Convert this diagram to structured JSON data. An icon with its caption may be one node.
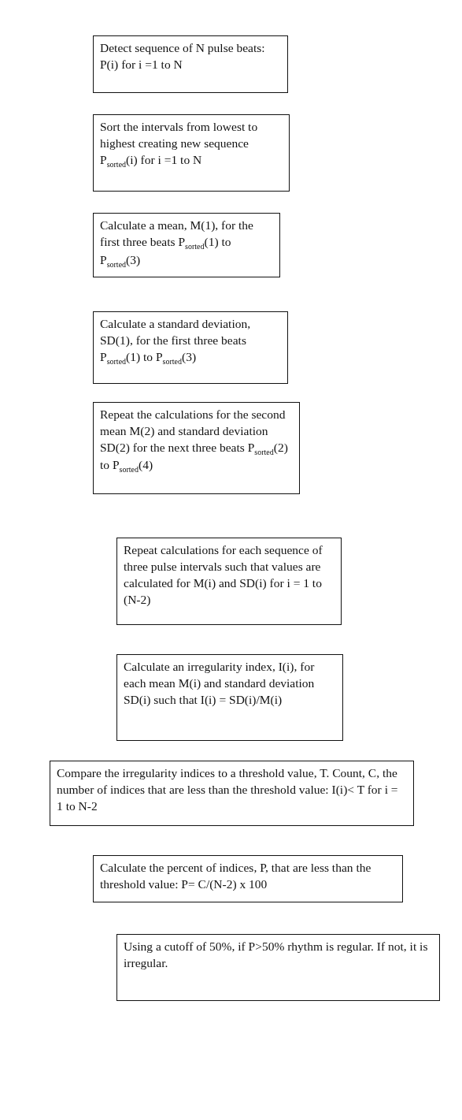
{
  "diagram": {
    "nodes": [
      {
        "text": [
          "Detect sequence of N pulse beats: P(i) for i =1 to N"
        ]
      },
      {
        "text": [
          "Sort the intervals from lowest to highest creating new sequence P$_{sorted}$(i) for i =1 to N"
        ]
      },
      {
        "text": [
          "Calculate a mean, M(1), for the first three beats P$_{sorted}$(1) to P$_{sorted}$(3)"
        ]
      },
      {
        "text": [
          "Calculate a standard deviation, SD(1), for the first three beats P$_{sorted}$(1) to P$_{sorted}$(3)"
        ]
      },
      {
        "text": [
          "Repeat the calculations for the second mean M(2) and standard deviation SD(2) for the next three beats P$_{sorted}$(2) to P$_{sorted}$(4)"
        ]
      },
      {
        "text": [
          "Repeat calculations for each sequence of three pulse intervals such that values are calculated for M(i) and SD(i) for i = 1 to (N-2)"
        ]
      },
      {
        "text": [
          "Calculate an irregularity index, I(i), for each mean M(i) and standard deviation SD(i) such that I(i) = SD(i)/M(i)"
        ]
      },
      {
        "text": [
          "Compare the irregularity indices to a threshold value, T. Count, C, the number of indices that are less than the threshold value: I(i)< T for i = 1 to N-2"
        ]
      },
      {
        "text": [
          "Calculate the percent of indices, P, that are less than the threshold value: P= C/(N-2) x 100"
        ]
      },
      {
        "text": [
          "Using a cutoff of 50%, if P>50% rhythm is regular. If not, it is irregular."
        ]
      }
    ]
  }
}
